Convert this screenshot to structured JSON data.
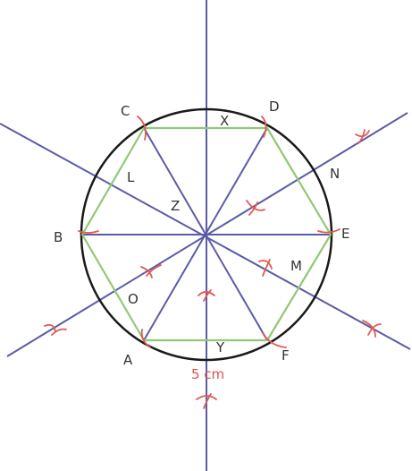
{
  "colors": {
    "circle": "#1a1a1a",
    "hexagon": "#90c977",
    "construction_lines": "#5b5ba8",
    "arc_marks": "#e05a50",
    "label": "#333333",
    "measure": "#d9534f"
  },
  "vertices": {
    "A": "A",
    "B": "B",
    "C": "C",
    "D": "D",
    "E": "E",
    "F": "F"
  },
  "side_labels": {
    "X": "X",
    "N": "N",
    "M": "M",
    "Y": "Y",
    "O": "O",
    "L": "L"
  },
  "center_label": "Z",
  "measurement": "5 cm"
}
